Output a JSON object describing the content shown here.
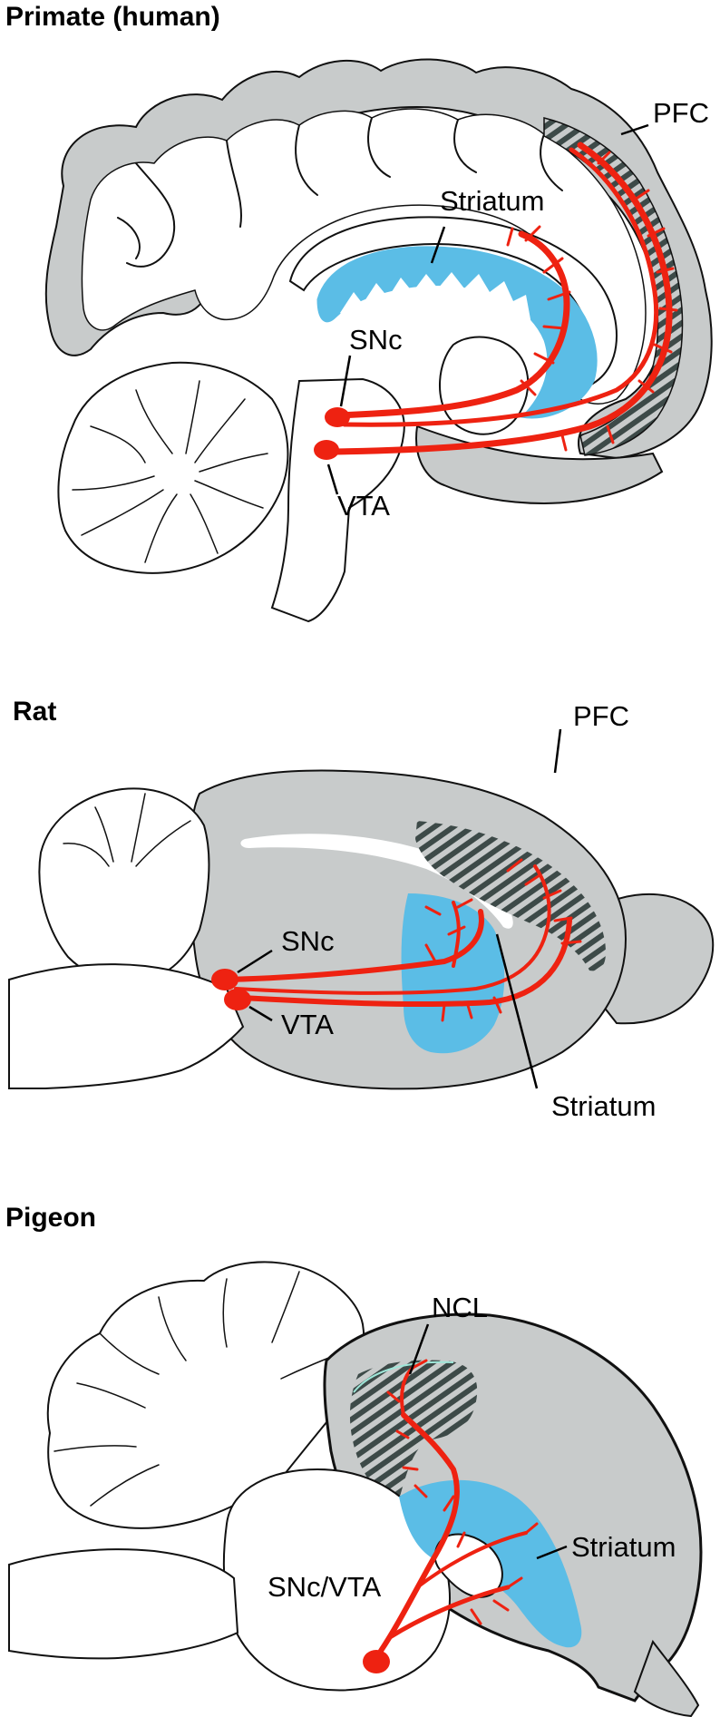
{
  "panels": [
    {
      "title": "Primate (human)",
      "labels": {
        "pfc": "PFC",
        "striatum": "Striatum",
        "snc": "SNc",
        "vta": "VTA"
      }
    },
    {
      "title": "Rat",
      "labels": {
        "pfc": "PFC",
        "striatum": "Striatum",
        "snc": "SNc",
        "vta": "VTA"
      }
    },
    {
      "title": "Pigeon",
      "labels": {
        "ncl": "NCL",
        "striatum": "Striatum",
        "sncvta": "SNc/VTA"
      }
    }
  ],
  "colors": {
    "cortex_gray": "#c8cbcb",
    "striatum_blue": "#5bbde6",
    "dopamine_red": "#ee2211",
    "hatch_dark": "#3d4a48",
    "outline": "#111111"
  }
}
